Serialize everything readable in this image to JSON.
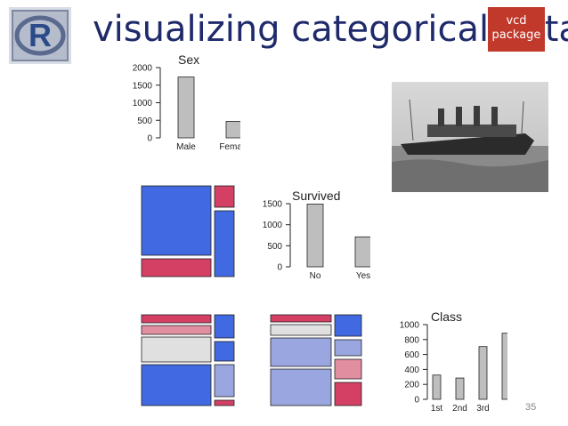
{
  "slide": {
    "title": "visualizing categorical data",
    "badge_line1": "vcd",
    "badge_line2": "package",
    "page_number": "35",
    "logo_letter": "R"
  },
  "chart_data": [
    {
      "type": "bar",
      "title": "Sex",
      "categories": [
        "Male",
        "Female"
      ],
      "values": [
        1731,
        470
      ],
      "ylim": [
        0,
        2000
      ],
      "yticks": [
        0,
        500,
        1000,
        1500,
        2000
      ]
    },
    {
      "type": "bar",
      "title": "Survived",
      "categories": [
        "No",
        "Yes"
      ],
      "values": [
        1490,
        711
      ],
      "ylim": [
        0,
        1500
      ],
      "yticks": [
        0,
        500,
        1000,
        1500
      ]
    },
    {
      "type": "bar",
      "title": "Class",
      "categories": [
        "1st",
        "2nd",
        "3rd",
        ""
      ],
      "values": [
        325,
        285,
        706,
        885
      ],
      "ylim": [
        0,
        1000
      ],
      "yticks": [
        0,
        200,
        400,
        600,
        800,
        1000
      ]
    }
  ],
  "colors": {
    "title": "#1f2a6b",
    "badge": "#c0392b",
    "bar_fill": "#bebebe",
    "mosaic_blue": "#4169e1",
    "mosaic_light_blue": "#9aa6e0",
    "mosaic_red": "#d43f64",
    "mosaic_pink": "#e08ea0",
    "mosaic_gray": "#e0e0e0"
  }
}
